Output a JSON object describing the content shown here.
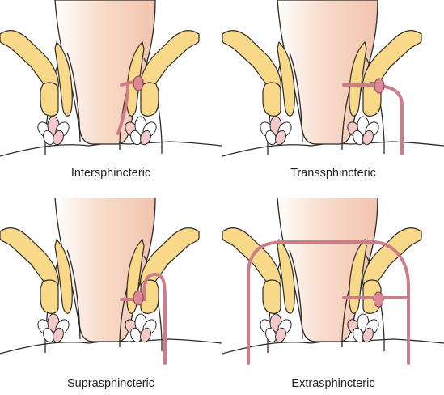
{
  "panels": [
    {
      "id": "intersphincteric",
      "label": "Intersphincteric"
    },
    {
      "id": "transsphincteric",
      "label": "Transsphincteric"
    },
    {
      "id": "suprasphincteric",
      "label": "Suprasphincteric"
    },
    {
      "id": "extrasphincteric",
      "label": "Extrasphincteric"
    }
  ],
  "colors": {
    "rectum": "#f6d4c2",
    "muscle": "#f8d98a",
    "fistula": "#cf7c8a",
    "external_sphincter": "#f3c9c9",
    "outline": "#2a2a2a"
  }
}
